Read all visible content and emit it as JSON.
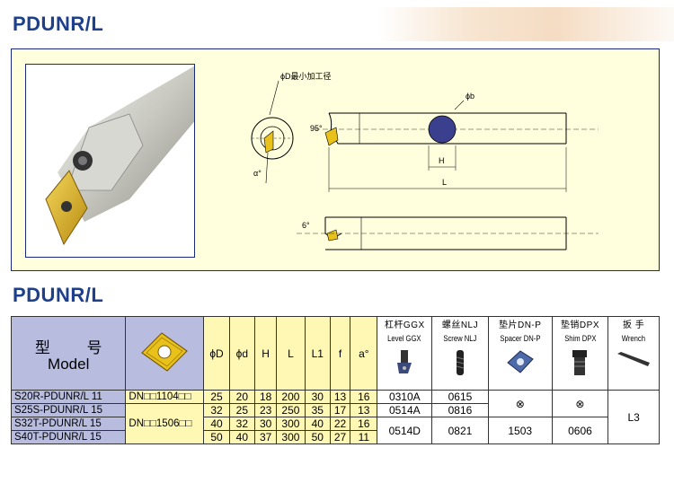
{
  "page": {
    "title_top": "PDUNR/L",
    "title_table": "PDUNR/L"
  },
  "drawing": {
    "labels": {
      "min_bore": "ϕD最小加工径",
      "shank_dia": "ϕb",
      "cutting_angle": "95°",
      "clearance": "α°",
      "dim_h": "H",
      "dim_l": "L",
      "side_angle": "6°"
    }
  },
  "table": {
    "model_header_zh": "型 号",
    "model_header_en": "Model",
    "dimension_headers": [
      "ϕD",
      "ϕd",
      "H",
      "L",
      "L1",
      "f",
      "a°"
    ],
    "accessories": [
      {
        "zh": "杠杆GGX",
        "en": "Level GGX",
        "icon": "lever-icon"
      },
      {
        "zh": "螺丝NLJ",
        "en": "Screw NLJ",
        "icon": "screw-icon"
      },
      {
        "zh": "垫片DN-P",
        "en": "Spacer DN-P",
        "icon": "spacer-icon"
      },
      {
        "zh": "垫销DPX",
        "en": "Shim DPX",
        "icon": "shim-icon"
      },
      {
        "zh": "扳 手",
        "en": "Wrench",
        "icon": "wrench-icon"
      }
    ],
    "rows": [
      {
        "model": "S20R-PDUNR/L 11",
        "dims": [
          "25",
          "20",
          "18",
          "200",
          "30",
          "13",
          "16"
        ]
      },
      {
        "model": "S25S-PDUNR/L 15",
        "dims": [
          "32",
          "25",
          "23",
          "250",
          "35",
          "17",
          "13"
        ]
      },
      {
        "model": "S32T-PDUNR/L 15",
        "dims": [
          "40",
          "32",
          "30",
          "300",
          "40",
          "22",
          "16"
        ]
      },
      {
        "model": "S40T-PDUNR/L 15",
        "dims": [
          "50",
          "40",
          "37",
          "300",
          "50",
          "27",
          "11"
        ]
      }
    ],
    "inserts": [
      "DN□□1104□□",
      "DN□□1506□□"
    ],
    "lever": [
      "0310A",
      "0514A",
      "0514D"
    ],
    "screw": [
      "0615",
      "0816",
      "0821"
    ],
    "spacer": [
      "⊗",
      "1503"
    ],
    "shim": [
      "⊗",
      "0606"
    ],
    "wrench": "L3"
  }
}
